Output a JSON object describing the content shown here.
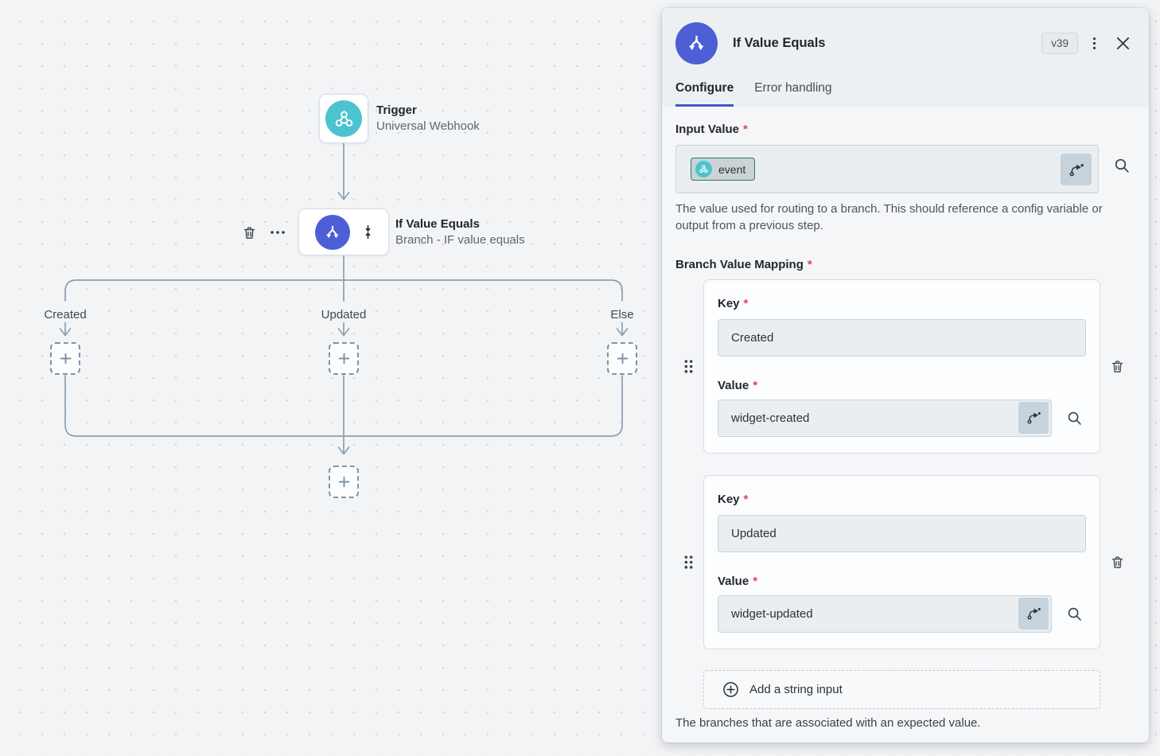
{
  "canvas": {
    "trigger": {
      "title": "Trigger",
      "subtitle": "Universal Webhook"
    },
    "branch_node": {
      "title": "If Value Equals",
      "subtitle": "Branch - IF value equals"
    },
    "branch_labels": [
      "Created",
      "Updated",
      "Else"
    ]
  },
  "panel": {
    "title": "If Value Equals",
    "version": "v39",
    "tabs": {
      "configure": "Configure",
      "error_handling": "Error handling"
    },
    "input_value": {
      "label": "Input Value",
      "required_mark": "*",
      "chip_label": "event",
      "help": "The value used for routing to a branch. This should reference a config variable or output from a previous step."
    },
    "mapping": {
      "label": "Branch Value Mapping",
      "required_mark": "*",
      "rows": [
        {
          "key_label": "Key",
          "key_value": "Created",
          "value_label": "Value",
          "value_value": "widget-created"
        },
        {
          "key_label": "Key",
          "key_value": "Updated",
          "value_label": "Value",
          "value_value": "widget-updated"
        }
      ],
      "add_label": "Add a string input",
      "help": "The branches that are associated with an expected value."
    }
  },
  "colors": {
    "accent_blue": "#4c5fd5",
    "teal": "#4cc3cf",
    "chip_border_green": "#2e7b5f",
    "required_red": "#ea3a63",
    "connector_gray_blue": "#8ba0b2",
    "canvas_bg": "#f3f4f6",
    "panel_bg": "#f5f6f8",
    "panel_header_bg": "#edf0f3"
  }
}
